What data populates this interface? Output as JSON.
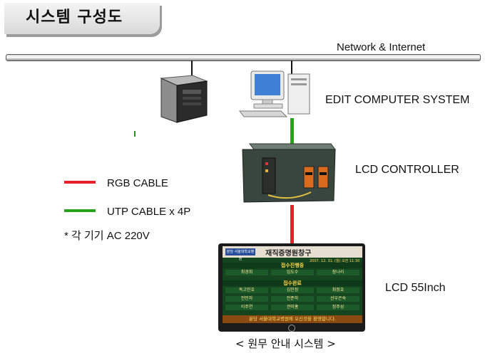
{
  "title": "시스템 구성도",
  "network_label": "Network & Internet",
  "labels": {
    "edit": "EDIT COMPUTER SYSTEM",
    "controller": "LCD CONTROLLER",
    "lcd": "LCD 55Inch"
  },
  "legend": {
    "rgb": "RGB CABLE",
    "utp": "UTP CABLE x 4P",
    "power": "* 각 기기 AC 220V"
  },
  "colors": {
    "rgb": "#e8202a",
    "utp": "#28a41c"
  },
  "screen": {
    "header_logo": "분당 서울대학교병원",
    "header_title": "재직증명원창구",
    "date": "2007. 12. 31. (월) 오전 11:30",
    "section1": "접수진행중",
    "row1": [
      "최경희",
      "임도수",
      "장나리"
    ],
    "section2": "접수완료",
    "rows": [
      [
        "독고민호",
        "김민정",
        "최정호"
      ],
      [
        "전민자",
        "전준하",
        "선우은숙"
      ],
      [
        "이주연",
        "견미홍",
        "정주성"
      ]
    ],
    "footer": "분당 서울대학교병원에 오신것을 환영합니다."
  },
  "caption": "< 원무 안내 시스템 >"
}
